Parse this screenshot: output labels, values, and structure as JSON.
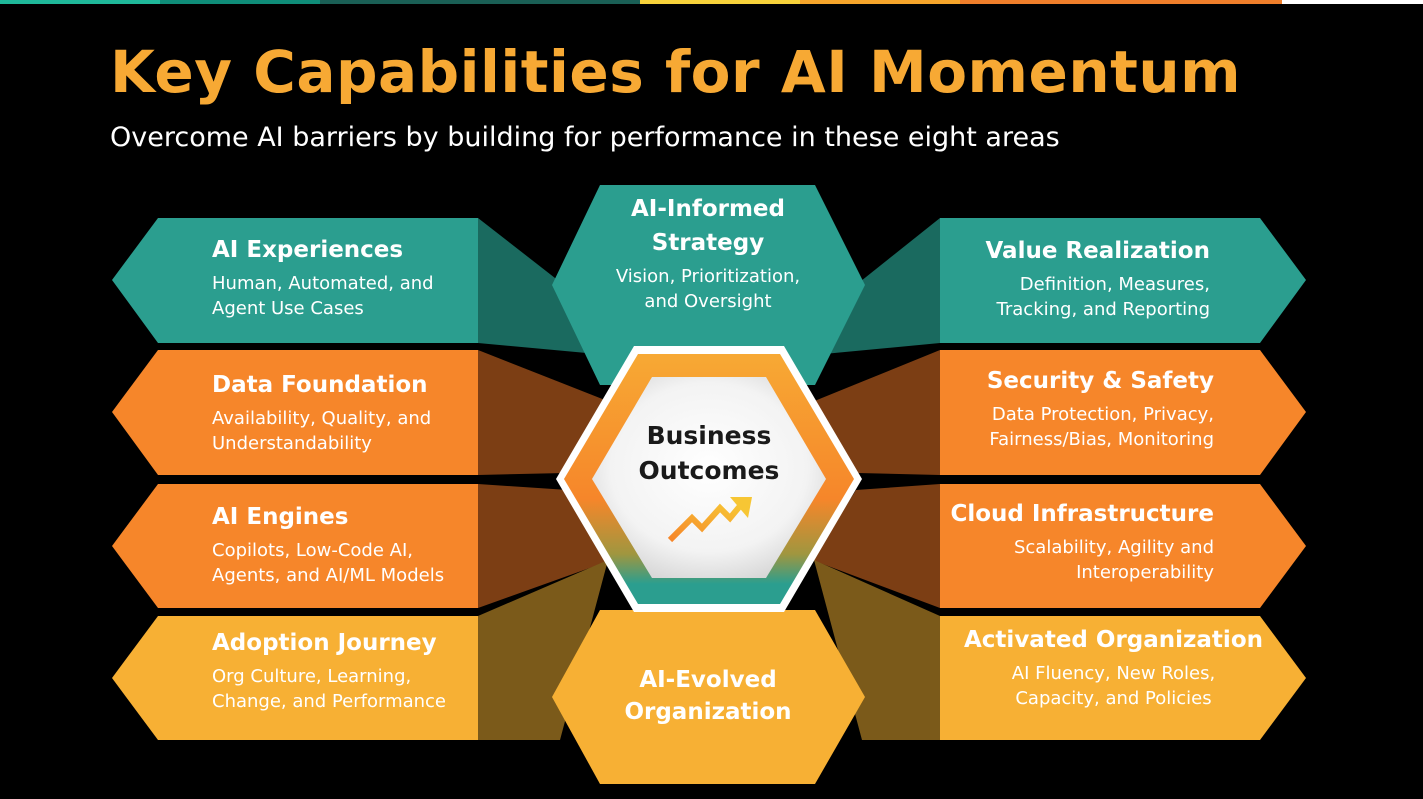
{
  "slide": {
    "title": "Key Capabilities for AI Momentum",
    "subtitle": "Overcome AI barriers by building for performance in these eight areas"
  },
  "colors": {
    "background": "#000000",
    "title": "#F7A934",
    "teal": "#2B9E8F",
    "orange": "#F6862A",
    "amber": "#F7B034",
    "hub_text": "#1A1A1A",
    "top_bar": [
      "#1FB89A",
      "#0F8D79",
      "#1A5F55",
      "#F8D23A",
      "#F6A52A",
      "#F07E2A",
      "#FFFFFF"
    ]
  },
  "center": {
    "label_line1": "Business",
    "label_line2": "Outcomes",
    "icon": "trend-up-arrow-icon"
  },
  "capabilities": {
    "ai_experiences": {
      "title": "AI Experiences",
      "line1": "Human, Automated, and",
      "line2": "Agent Use Cases",
      "color": "teal"
    },
    "data_foundation": {
      "title": "Data Foundation",
      "line1": "Availability, Quality, and",
      "line2": "Understandability",
      "color": "orange"
    },
    "ai_engines": {
      "title": "AI Engines",
      "line1": "Copilots, Low-Code AI,",
      "line2": "Agents, and AI/ML Models",
      "color": "orange"
    },
    "adoption_journey": {
      "title": "Adoption Journey",
      "line1": "Org Culture, Learning,",
      "line2": "Change, and Performance",
      "color": "amber"
    },
    "ai_informed_strategy": {
      "title_line1": "AI-Informed",
      "title_line2": "Strategy",
      "line1": "Vision, Prioritization,",
      "line2": "and Oversight",
      "color": "teal"
    },
    "ai_evolved_organization": {
      "title_line1": "AI-Evolved",
      "title_line2": "Organization",
      "color": "amber"
    },
    "value_realization": {
      "title": "Value Realization",
      "line1": "Definition, Measures,",
      "line2": "Tracking, and Reporting",
      "color": "teal"
    },
    "security_safety": {
      "title": "Security & Safety",
      "line1": "Data Protection, Privacy,",
      "line2": "Fairness/Bias, Monitoring",
      "color": "orange"
    },
    "cloud_infrastructure": {
      "title": "Cloud Infrastructure",
      "line1": "Scalability, Agility and",
      "line2": "Interoperability",
      "color": "orange"
    },
    "activated_organization": {
      "title": "Activated Organization",
      "line1": "AI Fluency, New Roles,",
      "line2": "Capacity, and Policies",
      "color": "amber"
    }
  }
}
